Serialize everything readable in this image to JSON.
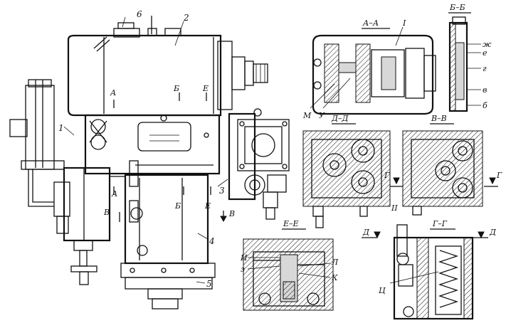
{
  "part_labels": {
    "n1": "1",
    "n2": "2",
    "n3": "3",
    "n4": "4",
    "n5": "5",
    "n6": "6"
  },
  "cut_marks": {
    "a_top": "А",
    "a_bot": "А",
    "b_top": "Б",
    "b_bot": "Б",
    "e_top": "Е",
    "e_bot": "Е",
    "v_left": "В",
    "v_right": "В",
    "g_left": "Г",
    "g_right": "Г",
    "d_left": "Д",
    "d_right": "Д"
  },
  "section_titles": {
    "aa": "А–А",
    "bb": "Б–Б",
    "dd": "Д–Д",
    "vv": "В–В",
    "ee": "Е–Е",
    "gg": "Г–Г"
  },
  "detail_labels": {
    "roman_one": "I",
    "roman_two": "II",
    "m": "М",
    "u": "У",
    "zh": "ж",
    "e": "е",
    "g": "г",
    "v": "в",
    "b": "б",
    "i": "И",
    "z": "з",
    "l": "Л",
    "k": "К",
    "ts": "Ц"
  }
}
